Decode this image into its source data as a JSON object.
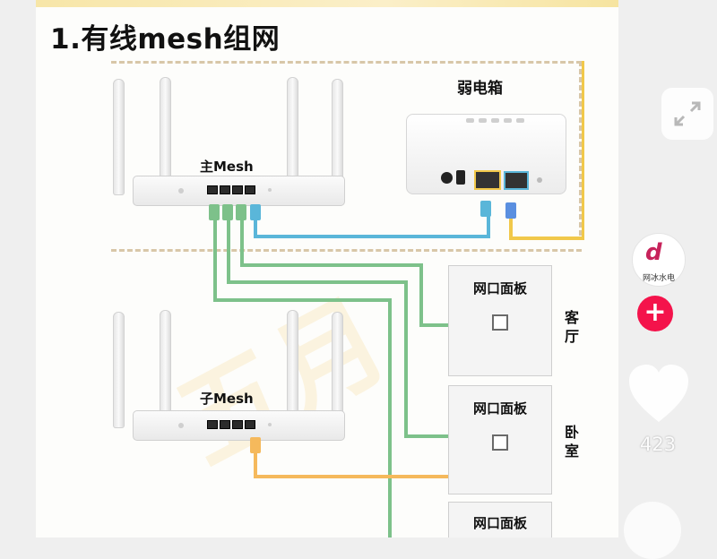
{
  "diagram": {
    "title": "1.有线mesh组网",
    "box_label": "弱电箱",
    "main_router_label": "主Mesh",
    "sub_router_label": "子Mesh",
    "panels": [
      {
        "label": "网口面板",
        "room": [
          "客",
          "厅"
        ]
      },
      {
        "label": "网口面板",
        "room": [
          "卧",
          "室"
        ]
      },
      {
        "label": "网口面板"
      }
    ],
    "colors": {
      "green": "#7dc18a",
      "blue": "#5ab6d9",
      "orange": "#f5b95c",
      "yellow": "#f1c84a",
      "dash": "#d8c7a8"
    },
    "watermark": "五月"
  },
  "sidebar": {
    "account_name": "网冰水电",
    "avatar_logo": "d",
    "follow_symbol": "+",
    "like_count": "423"
  },
  "icons": [
    "expand-icon",
    "heart-icon",
    "follow-plus-icon",
    "more-icon"
  ]
}
